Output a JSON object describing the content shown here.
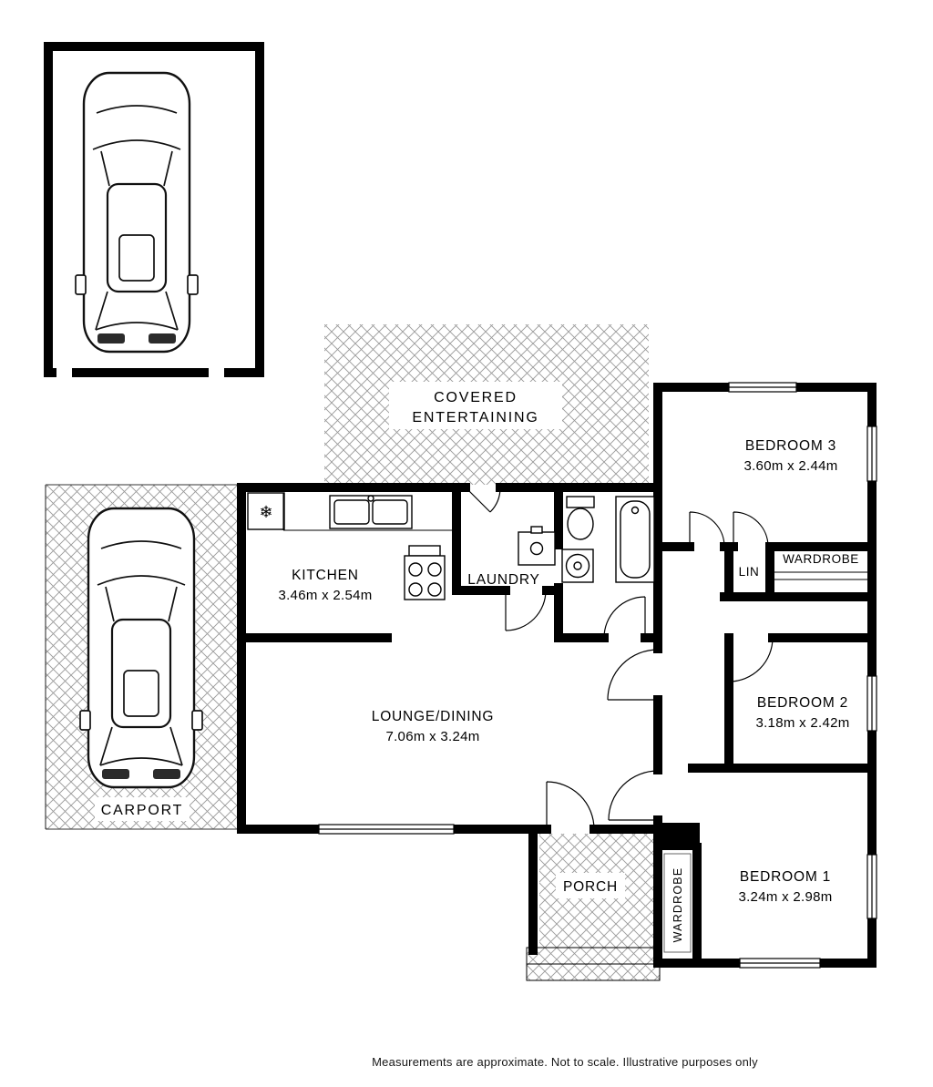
{
  "document": {
    "type": "residential floor plan"
  },
  "areas": {
    "covered_entertaining": {
      "line1": "COVERED",
      "line2": "ENTERTAINING"
    },
    "kitchen": {
      "name": "KITCHEN",
      "dims": "3.46m x 2.54m"
    },
    "laundry": {
      "name": "LAUNDRY"
    },
    "lounge_dining": {
      "name": "LOUNGE/DINING",
      "dims": "7.06m x 3.24m"
    },
    "carport": {
      "name": "CARPORT"
    },
    "porch": {
      "name": "PORCH"
    },
    "bedroom1": {
      "name": "BEDROOM 1",
      "dims": "3.24m x 2.98m"
    },
    "bedroom2": {
      "name": "BEDROOM 2",
      "dims": "3.18m x 2.42m"
    },
    "bedroom3": {
      "name": "BEDROOM 3",
      "dims": "3.60m x 2.44m"
    },
    "wardrobe_bedroom3": {
      "name": "WARDROBE"
    },
    "wardrobe_bedroom1": {
      "name": "WARDROBE"
    },
    "linen": {
      "name": "LIN"
    }
  },
  "icons": {
    "fridge": "❄"
  },
  "footer": {
    "disclaimer": "Measurements are approximate.  Not to scale.  Illustrative purposes only"
  },
  "colors": {
    "walls": "#000000",
    "hatch": "#999999",
    "background": "#ffffff",
    "headlights": "#2b2b2b"
  }
}
